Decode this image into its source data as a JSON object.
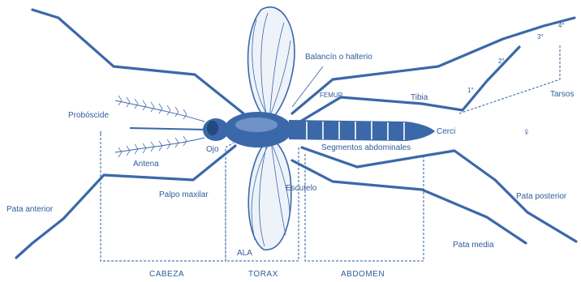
{
  "labels": {
    "balancin": "Balancín o halterio",
    "femur": "FEMUR",
    "tibia": "Tibia",
    "tarsos": "Tarsos",
    "t1": "1°",
    "t2": "2°",
    "t3": "3°",
    "t4": "4°",
    "proboscide": "Probóscide",
    "ojo": "Ojo",
    "antena": "Antena",
    "cerci": "Cerci",
    "segmentos": "Segmentos abdominales",
    "escutelo": "Escutelo",
    "palpo": "Palpo maxilar",
    "pata_anterior": "Pata anterior",
    "pata_posterior": "Pata posterior",
    "pata_media": "Pata media",
    "ala": "ALA",
    "female_symbol": "♀"
  },
  "sections": {
    "cabeza": "CABEZA",
    "torax": "TORAX",
    "abdomen": "ABDOMEN"
  },
  "colors": {
    "ink": "#2f5d9a",
    "body": "#3b68a8",
    "wing_fill": "#eef3fa",
    "background": "#ffffff"
  }
}
